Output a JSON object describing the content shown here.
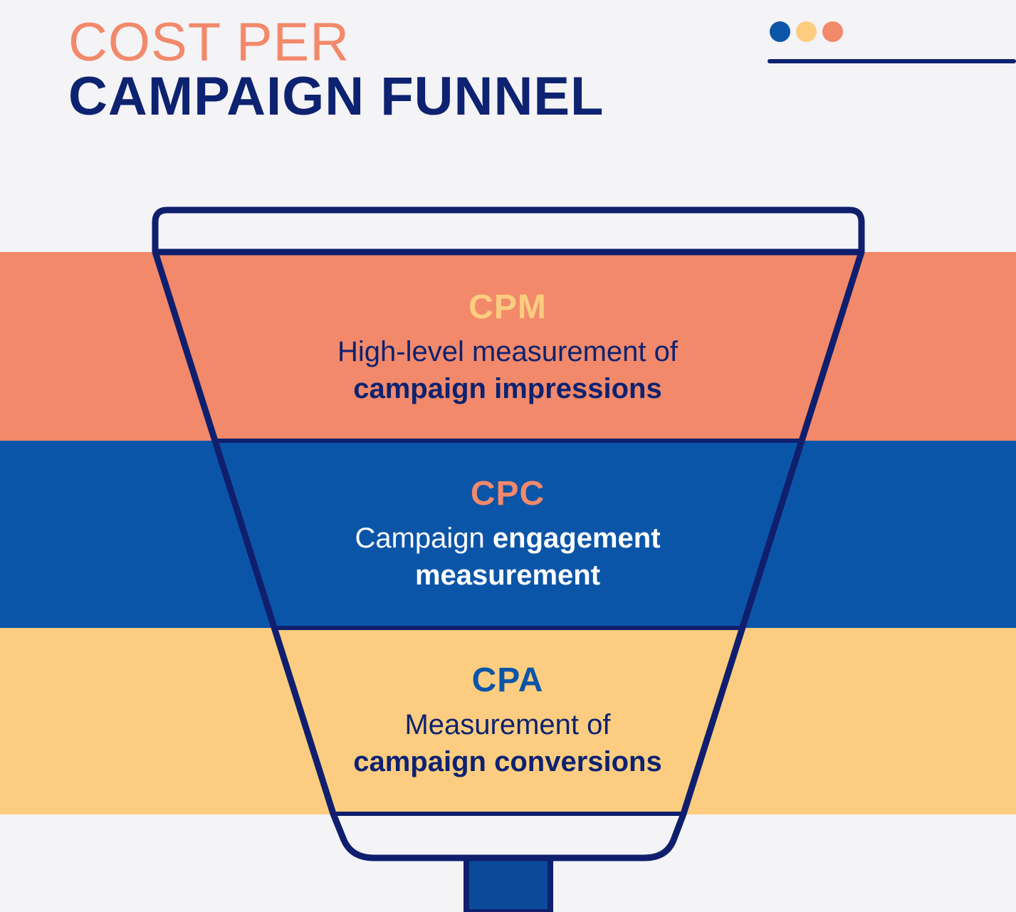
{
  "header": {
    "title_line1": "COST PER",
    "title_line2": "CAMPAIGN FUNNEL"
  },
  "colors": {
    "background": "#f4f3f5",
    "navy": "#0d2270",
    "coral": "#f2896a",
    "blue": "#0b55a8",
    "yellow": "#fccd80",
    "outline": "#0f1f6e"
  },
  "decor": {
    "dots": [
      {
        "name": "blue-dot",
        "color": "#0b55a8"
      },
      {
        "name": "yellow-dot",
        "color": "#fccd80"
      },
      {
        "name": "coral-dot",
        "color": "#f2896a"
      }
    ]
  },
  "stages": [
    {
      "code": "CPM",
      "code_color": "#fccd80",
      "band_color": "#f2896a",
      "text_color": "#0d2270",
      "desc_line1": [
        {
          "text": "High-level measurement of",
          "bold": false
        }
      ],
      "desc_line2": [
        {
          "text": "campaign impressions",
          "bold": true
        }
      ]
    },
    {
      "code": "CPC",
      "code_color": "#f2896a",
      "band_color": "#0b55a8",
      "text_color": "#ffffff",
      "desc_line1": [
        {
          "text": "Campaign ",
          "bold": false
        },
        {
          "text": "engagement",
          "bold": true
        }
      ],
      "desc_line2": [
        {
          "text": "measurement",
          "bold": true
        }
      ]
    },
    {
      "code": "CPA",
      "code_color": "#0b55a8",
      "band_color": "#fccd80",
      "text_color": "#0d2270",
      "desc_line1": [
        {
          "text": "Measurement of",
          "bold": false
        }
      ],
      "desc_line2": [
        {
          "text": "campaign conversions",
          "bold": true
        }
      ]
    }
  ]
}
